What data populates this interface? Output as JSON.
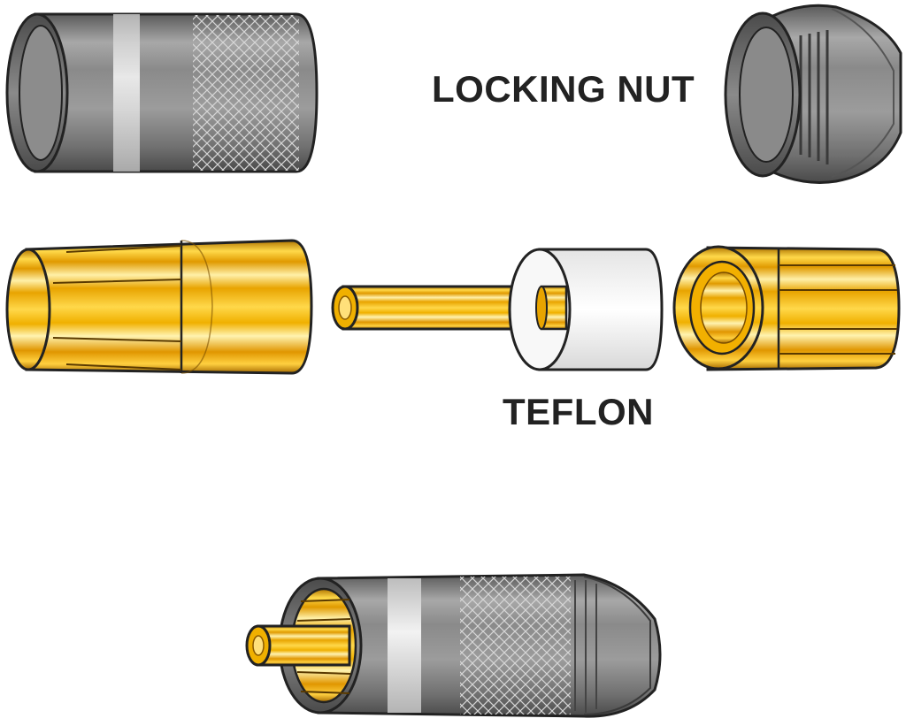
{
  "labels": {
    "locking_nut": "LOCKING NUT",
    "teflon": "TEFLON"
  },
  "colors": {
    "outline": "#222222",
    "gray_metal": "#8c8c8c",
    "gold": "#e8a800",
    "teflon_white": "#f4f4f4",
    "label_text": "#222222"
  },
  "parts": [
    "knurled-shell",
    "locking-nut",
    "slotted-gold-sleeve",
    "center-pin",
    "teflon-insulator",
    "gold-collet",
    "assembled-rca-plug"
  ]
}
